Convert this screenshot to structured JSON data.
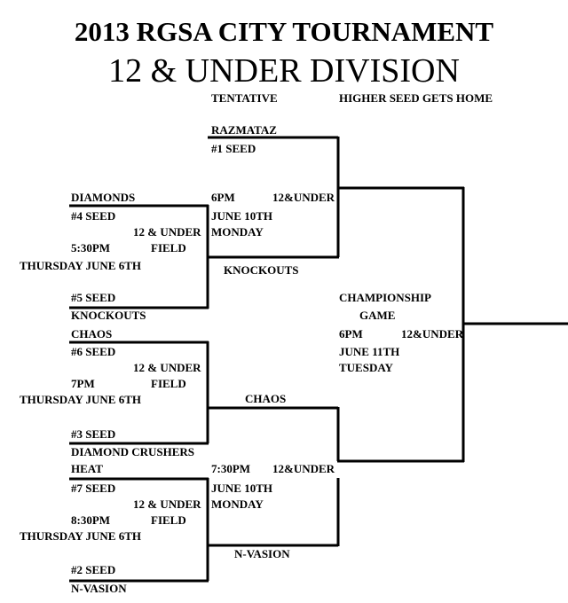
{
  "header": {
    "title": "2013 RGSA CITY TOURNAMENT",
    "division": "12 & UNDER DIVISION",
    "tentative": "TENTATIVE",
    "home_note": "HIGHER SEED GETS HOME"
  },
  "top_half": {
    "seed1_team": "RAZMATAZ",
    "seed1_label": "#1 SEED",
    "semi_time": "6PM",
    "semi_field": "12&UNDER",
    "semi_date": "JUNE 10TH",
    "semi_day": "MONDAY",
    "semi_winner": "KNOCKOUTS",
    "game1": {
      "team_a": "DIAMONDS",
      "seed_a": "#4 SEED",
      "field_name": "12 & UNDER",
      "time": "5:30PM",
      "field_word": "FIELD",
      "date": "THURSDAY JUNE 6TH",
      "seed_b": "#5 SEED",
      "team_b": "KNOCKOUTS"
    },
    "game2": {
      "team_a": "CHAOS",
      "seed_a": "#6 SEED",
      "field_name": "12 & UNDER",
      "time": "7PM",
      "field_word": "FIELD",
      "date": "THURSDAY JUNE 6TH",
      "seed_b": "#3 SEED",
      "team_b": "DIAMOND CRUSHERS",
      "winner": "CHAOS"
    }
  },
  "bottom_half": {
    "semi_time": "7:30PM",
    "semi_field": "12&UNDER",
    "semi_date": "JUNE 10TH",
    "semi_day": "MONDAY",
    "semi_winner": "N-VASION",
    "game3": {
      "team_a": "HEAT",
      "seed_a": "#7 SEED",
      "field_name": "12 & UNDER",
      "time": "8:30PM",
      "field_word": "FIELD",
      "date": "THURSDAY JUNE 6TH",
      "seed_b": "#2 SEED",
      "team_b": "N-VASION"
    }
  },
  "championship": {
    "label_line1": "CHAMPIONSHIP",
    "label_line2": "GAME",
    "time": "6PM",
    "field": "12&UNDER",
    "date": "JUNE 11TH",
    "day": "TUESDAY"
  }
}
